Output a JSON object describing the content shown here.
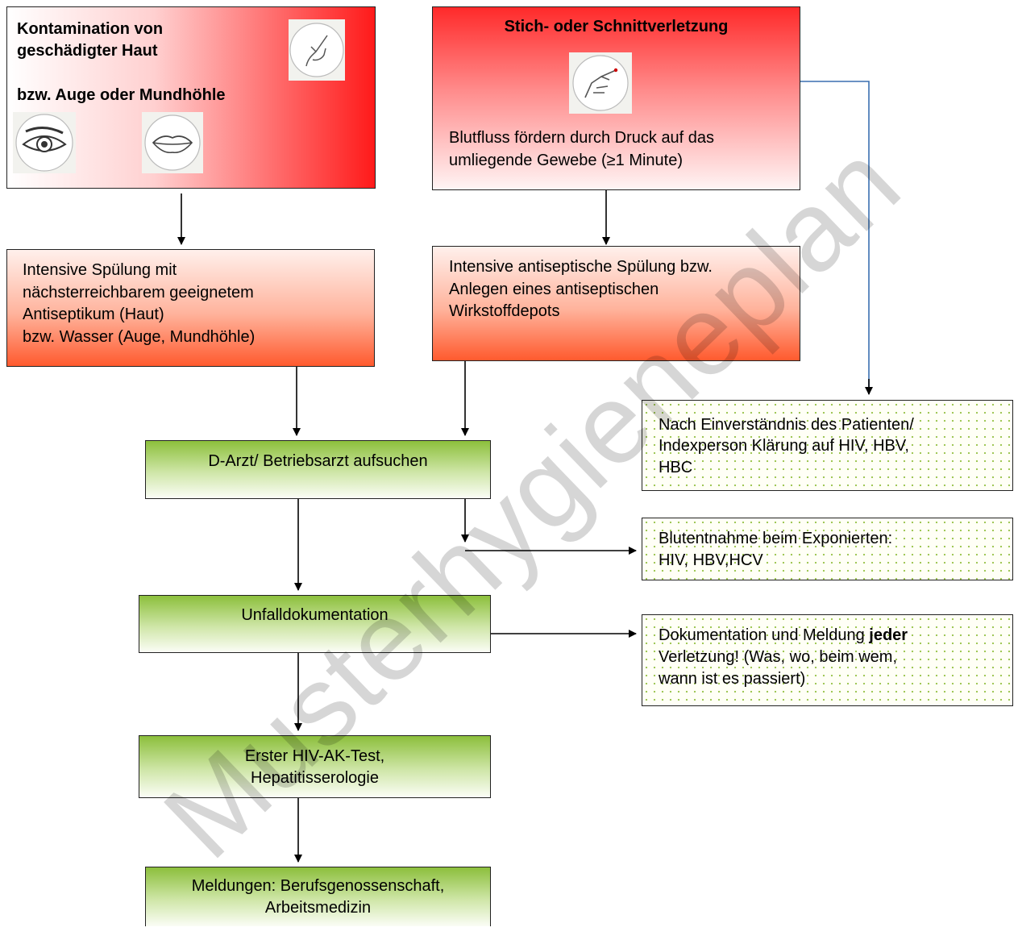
{
  "boxes": {
    "contamination": {
      "line1": "Kontamination von",
      "line2": "geschädigter Haut",
      "line3": "bzw. Auge oder Mundhöhle"
    },
    "needlestick": {
      "title": "Stich- oder Schnittverletzung",
      "line1": "Blutfluss fördern durch Druck auf das",
      "line2": "umliegende Gewebe (≥1 Minute)"
    },
    "rinse_skin": {
      "line1": "Intensive Spülung mit",
      "line2": "nächsterreichbarem geeignetem",
      "line3": "Antiseptikum (Haut)",
      "line4": "bzw. Wasser (Auge, Mundhöhle)"
    },
    "rinse_antiseptic": {
      "line1": "Intensive antiseptische Spülung bzw.",
      "line2": "Anlegen eines antiseptischen",
      "line3": "Wirkstoffdepots"
    },
    "consent": {
      "line1": "Nach Einverständnis des Patienten/",
      "line2": "Indexperson Klärung auf HIV, HBV,",
      "line3": "HBC"
    },
    "doctor": {
      "text": "D-Arzt/ Betriebsarzt aufsuchen"
    },
    "blood": {
      "line1": "Blutentnahme beim Exponierten:",
      "line2": "HIV, HBV,HCV"
    },
    "documentation": {
      "text": "Unfalldokumentation"
    },
    "report": {
      "line1_pre": "Dokumentation und Meldung ",
      "line1_bold": "jeder",
      "line2": "Verletzung! (Was, wo, beim wem,",
      "line3": "wann ist es passiert)"
    },
    "hiv_test": {
      "line1": "Erster HIV-AK-Test,",
      "line2": "Hepatitisserologie"
    },
    "notifications": {
      "line1": "Meldungen: Berufsgenossenschaft,",
      "line2": "Arbeitsmedizin"
    }
  },
  "icons": [
    "hand-icon",
    "eye-icon",
    "lips-icon",
    "pointing-finger-icon"
  ],
  "watermark": "Musterhygieneplan",
  "colors": {
    "red": "#ff2a2a",
    "orange": "#ff5a2e",
    "green": "#8cbf3c",
    "connector_blue": "#3a6fb0"
  }
}
